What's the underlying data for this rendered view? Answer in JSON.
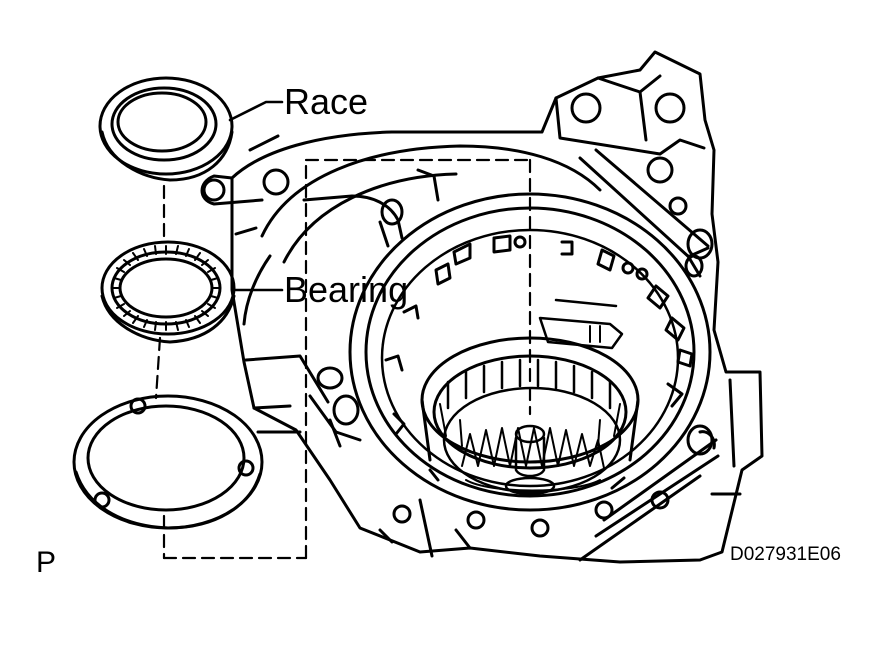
{
  "labels": {
    "race": "Race",
    "bearing": "Bearing",
    "view_marker": "P",
    "figure_code": "D027931E06"
  },
  "parts": [
    {
      "name": "race",
      "icon": "race-ring-icon"
    },
    {
      "name": "bearing",
      "icon": "needle-bearing-icon"
    },
    {
      "name": "thrust-washer",
      "icon": "thrust-washer-icon"
    },
    {
      "name": "transaxle-case",
      "icon": "transaxle-case-icon"
    }
  ],
  "colors": {
    "line": "#000000",
    "background": "#ffffff"
  }
}
